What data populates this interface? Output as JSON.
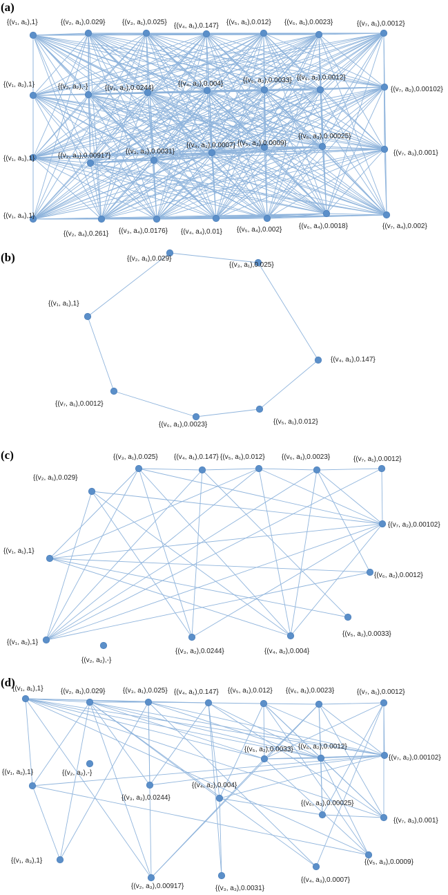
{
  "colors": {
    "edge": "#8fb4dc",
    "node": "#5b8fc9",
    "text": "#222222"
  },
  "panels": [
    {
      "label": "(a)",
      "nodes": [
        {
          "id": "a11",
          "text": "{(v₁, a₁),1}"
        },
        {
          "id": "a21",
          "text": "{(v₂, a₁),0.029}"
        },
        {
          "id": "a31",
          "text": "{(v₃, a₁),0.025}"
        },
        {
          "id": "a41",
          "text": "{(v₄, a₁),0.147}"
        },
        {
          "id": "a51",
          "text": "{(v₅, a₁),0.012}"
        },
        {
          "id": "a61",
          "text": "{(v₆, a₁),0.0023}"
        },
        {
          "id": "a71",
          "text": "{(v₇, a₁),0.0012}"
        },
        {
          "id": "a12",
          "text": "{(v₁, a₂),1}"
        },
        {
          "id": "a22",
          "text": "{(v₂, a₂),-}"
        },
        {
          "id": "a32",
          "text": "{(v₃, a₂),0.0244}"
        },
        {
          "id": "a42",
          "text": "{(v₄, a₂),0.004}"
        },
        {
          "id": "a52",
          "text": "{(v₅, a₂),0.0033}"
        },
        {
          "id": "a62",
          "text": "{(v₆, a₂),0.0012}"
        },
        {
          "id": "a72",
          "text": "{(v₇, a₂),0.00102}"
        },
        {
          "id": "a13",
          "text": "{(v₁, a₃),1}"
        },
        {
          "id": "a23",
          "text": "{(v₂, a₃),0.00917}"
        },
        {
          "id": "a33",
          "text": "{(v₃, a₃),0.0031}"
        },
        {
          "id": "a43",
          "text": "{(v₄, a₃),0.0007}"
        },
        {
          "id": "a53",
          "text": "{(v₅, a₃),0.0009}"
        },
        {
          "id": "a63",
          "text": "{(v₆, a₃),0.00025}"
        },
        {
          "id": "a73",
          "text": "{(v₇, a₃),0.001}"
        },
        {
          "id": "a14",
          "text": "{(v₁, a₄),1}"
        },
        {
          "id": "a24",
          "text": "{(v₂, a₄),0.261}"
        },
        {
          "id": "a34",
          "text": "{(v₃, a₄),0.0176}"
        },
        {
          "id": "a44",
          "text": "{(v₄, a₄),0.01}"
        },
        {
          "id": "a54",
          "text": "{(v₅, a₄),0.002}"
        },
        {
          "id": "a64",
          "text": "{(v₆, a₄),0.0018}"
        },
        {
          "id": "a74",
          "text": "{(v₇, a₄),0.002}"
        }
      ]
    },
    {
      "label": "(b)",
      "nodes": [
        {
          "id": "b1",
          "text": "{(v₁, a₁),1}"
        },
        {
          "id": "b2",
          "text": "{(v₂, a₁),0.029}"
        },
        {
          "id": "b3",
          "text": "{(v₃, a₁),0.025}"
        },
        {
          "id": "b4",
          "text": "{(v₄, a₁),0.147}"
        },
        {
          "id": "b5",
          "text": "{(v₅, a₁),0.012}"
        },
        {
          "id": "b6",
          "text": "{(v₆, a₁),0.0023}"
        },
        {
          "id": "b7",
          "text": "{(v₇, a₁),0.0012}"
        }
      ],
      "edges": [
        [
          "b1",
          "b2"
        ],
        [
          "b2",
          "b3"
        ],
        [
          "b3",
          "b4"
        ],
        [
          "b4",
          "b5"
        ],
        [
          "b5",
          "b6"
        ],
        [
          "b6",
          "b7"
        ],
        [
          "b7",
          "b1"
        ]
      ]
    },
    {
      "label": "(c)",
      "nodes": [
        {
          "id": "c31",
          "text": "{(v₃, a₁),0.025}"
        },
        {
          "id": "c41",
          "text": "{(v₄, a₁),0.147}"
        },
        {
          "id": "c51",
          "text": "{(v₅, a₁),0.012}"
        },
        {
          "id": "c61",
          "text": "{(v₆, a₁),0.0023}"
        },
        {
          "id": "c71",
          "text": "{(v₇, a₁),0.0012}"
        },
        {
          "id": "c21",
          "text": "{(v₂, a₁),0.029}"
        },
        {
          "id": "c72",
          "text": "{(v₇, a₂),0.00102}"
        },
        {
          "id": "c11",
          "text": "{(v₁, a₁),1}"
        },
        {
          "id": "c62",
          "text": "{(v₆, a₂),0.0012}"
        },
        {
          "id": "c52",
          "text": "{(v₅, a₂),0.0033}"
        },
        {
          "id": "c12",
          "text": "{(v₁, a₂),1}"
        },
        {
          "id": "c22",
          "text": "{(v₂, a₂),-}"
        },
        {
          "id": "c32",
          "text": "{(v₃, a₂),0.0244}"
        },
        {
          "id": "c42",
          "text": "{(v₄, a₂),0.004}"
        }
      ],
      "edges": [
        [
          "c31",
          "c41"
        ],
        [
          "c41",
          "c51"
        ],
        [
          "c51",
          "c61"
        ],
        [
          "c61",
          "c71"
        ],
        [
          "c11",
          "c31"
        ],
        [
          "c12",
          "c31"
        ],
        [
          "c21",
          "c12"
        ],
        [
          "c21",
          "c72"
        ],
        [
          "c21",
          "c32"
        ],
        [
          "c21",
          "c42"
        ],
        [
          "c31",
          "c72"
        ],
        [
          "c31",
          "c32"
        ],
        [
          "c31",
          "c42"
        ],
        [
          "c41",
          "c12"
        ],
        [
          "c41",
          "c32"
        ],
        [
          "c41",
          "c52"
        ],
        [
          "c51",
          "c12"
        ],
        [
          "c51",
          "c11"
        ],
        [
          "c51",
          "c72"
        ],
        [
          "c51",
          "c42"
        ],
        [
          "c61",
          "c72"
        ],
        [
          "c61",
          "c12"
        ],
        [
          "c61",
          "c62"
        ],
        [
          "c61",
          "c42"
        ],
        [
          "c71",
          "c72"
        ],
        [
          "c71",
          "c12"
        ],
        [
          "c11",
          "c72"
        ],
        [
          "c11",
          "c62"
        ],
        [
          "c11",
          "c42"
        ],
        [
          "c11",
          "c52"
        ],
        [
          "c12",
          "c72"
        ],
        [
          "c12",
          "c62"
        ],
        [
          "c42",
          "c72"
        ],
        [
          "c32",
          "c72"
        ]
      ]
    },
    {
      "label": "(d)",
      "nodes": [
        {
          "id": "d11",
          "text": "{(v₁, a₁),1}"
        },
        {
          "id": "d21",
          "text": "{(v₂, a₁),0.029}"
        },
        {
          "id": "d31",
          "text": "{(v₃, a₁),0.025}"
        },
        {
          "id": "d41",
          "text": "{(v₄, a₁),0.147}"
        },
        {
          "id": "d51",
          "text": "{(v₅, a₁),0.012}"
        },
        {
          "id": "d61",
          "text": "{(v₆, a₁),0.0023}"
        },
        {
          "id": "d71",
          "text": "{(v₇, a₁),0.0012}"
        },
        {
          "id": "d52",
          "text": "{(v₅, a₂),0.0033}"
        },
        {
          "id": "d62",
          "text": "{(v₆, a₂),0.0012}"
        },
        {
          "id": "d72",
          "text": "{(v₇, a₂),0.00102}"
        },
        {
          "id": "d12",
          "text": "{(v₁, a₂),1}"
        },
        {
          "id": "d22",
          "text": "{(v₂, a₂),-}"
        },
        {
          "id": "d32",
          "text": "{(v₃, a₂),0.0244}"
        },
        {
          "id": "d42",
          "text": "{(v₄, a₂),0.004}"
        },
        {
          "id": "d63",
          "text": "{(v₆, a₃),0.00025}"
        },
        {
          "id": "d73",
          "text": "{(v₇, a₃),0.001}"
        },
        {
          "id": "d13",
          "text": "{(v₁, a₃),1}"
        },
        {
          "id": "d23",
          "text": "{(v₂, a₃),0.00917}"
        },
        {
          "id": "d33",
          "text": "{(v₃, a₃),0.0031}"
        },
        {
          "id": "d43",
          "text": "{(v₄, a₃),0.0007}"
        },
        {
          "id": "d53",
          "text": "{(v₅, a₃),0.0009}"
        }
      ],
      "edges": [
        [
          "d21",
          "d31"
        ],
        [
          "d31",
          "d41"
        ],
        [
          "d41",
          "d51"
        ],
        [
          "d51",
          "d61"
        ],
        [
          "d61",
          "d71"
        ],
        [
          "d11",
          "d21"
        ],
        [
          "d11",
          "d31"
        ],
        [
          "d11",
          "d41"
        ],
        [
          "d11",
          "d52"
        ],
        [
          "d11",
          "d62"
        ],
        [
          "d11",
          "d72"
        ],
        [
          "d11",
          "d73"
        ],
        [
          "d11",
          "d53"
        ],
        [
          "d11",
          "d23"
        ],
        [
          "d11",
          "d12"
        ],
        [
          "d21",
          "d12"
        ],
        [
          "d21",
          "d13"
        ],
        [
          "d21",
          "d32"
        ],
        [
          "d21",
          "d42"
        ],
        [
          "d21",
          "d52"
        ],
        [
          "d21",
          "d72"
        ],
        [
          "d21",
          "d23"
        ],
        [
          "d21",
          "d43"
        ],
        [
          "d21",
          "d62"
        ],
        [
          "d31",
          "d32"
        ],
        [
          "d31",
          "d23"
        ],
        [
          "d31",
          "d62"
        ],
        [
          "d31",
          "d72"
        ],
        [
          "d31",
          "d43"
        ],
        [
          "d31",
          "d13"
        ],
        [
          "d41",
          "d32"
        ],
        [
          "d41",
          "d33"
        ],
        [
          "d41",
          "d62"
        ],
        [
          "d41",
          "d73"
        ],
        [
          "d41",
          "d42"
        ],
        [
          "d51",
          "d52"
        ],
        [
          "d51",
          "d62"
        ],
        [
          "d51",
          "d73"
        ],
        [
          "d51",
          "d53"
        ],
        [
          "d51",
          "d42"
        ],
        [
          "d51",
          "d72"
        ],
        [
          "d61",
          "d52"
        ],
        [
          "d61",
          "d62"
        ],
        [
          "d61",
          "d72"
        ],
        [
          "d61",
          "d73"
        ],
        [
          "d61",
          "d63"
        ],
        [
          "d61",
          "d23"
        ],
        [
          "d71",
          "d72"
        ],
        [
          "d71",
          "d73"
        ],
        [
          "d71",
          "d63"
        ],
        [
          "d71",
          "d43"
        ],
        [
          "d71",
          "d52"
        ],
        [
          "d52",
          "d72"
        ],
        [
          "d52",
          "d23"
        ],
        [
          "d52",
          "d53"
        ],
        [
          "d52",
          "d62"
        ],
        [
          "d62",
          "d72"
        ],
        [
          "d62",
          "d73"
        ],
        [
          "d62",
          "d63"
        ],
        [
          "d62",
          "d53"
        ],
        [
          "d42",
          "d33"
        ],
        [
          "d42",
          "d72"
        ],
        [
          "d42",
          "d63"
        ],
        [
          "d12",
          "d72"
        ],
        [
          "d12",
          "d13"
        ],
        [
          "d32",
          "d72"
        ],
        [
          "d63",
          "d73"
        ],
        [
          "d12",
          "d53"
        ]
      ]
    }
  ]
}
